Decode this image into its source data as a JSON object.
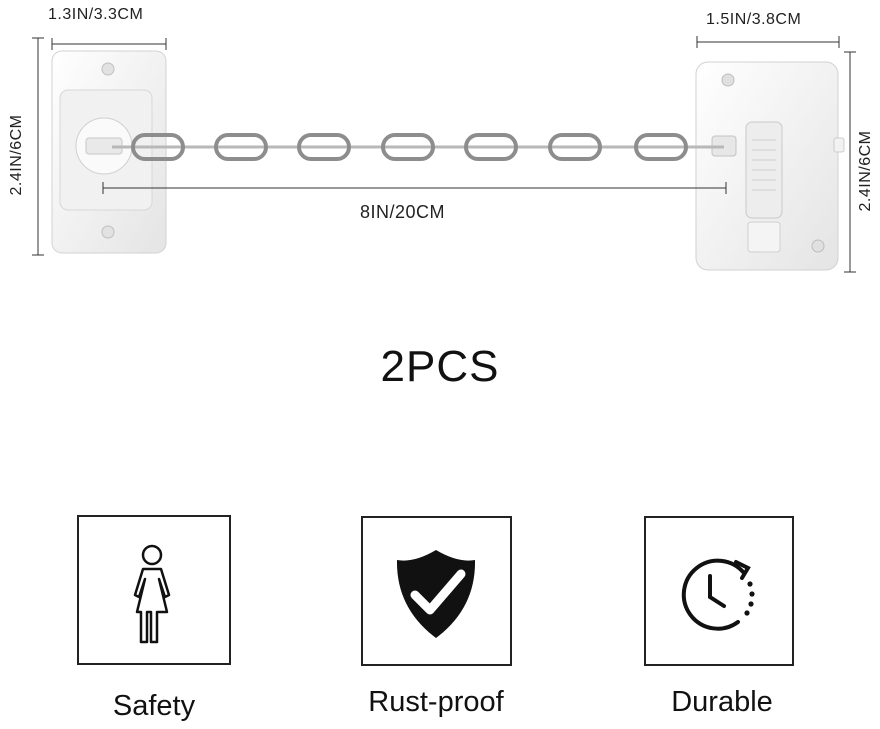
{
  "dimensions": {
    "top_left": "1.3IN/3.3CM",
    "top_right": "1.5IN/3.8CM",
    "left_height": "2.4IN/6CM",
    "right_height": "2.4IN/6CM",
    "chain_length": "8IN/20CM"
  },
  "title": "2PCS",
  "features": [
    {
      "label": "Safety",
      "icon": "woman-icon"
    },
    {
      "label": "Rust-proof",
      "icon": "shield-check-icon"
    },
    {
      "label": "Durable",
      "icon": "clock-icon"
    }
  ]
}
